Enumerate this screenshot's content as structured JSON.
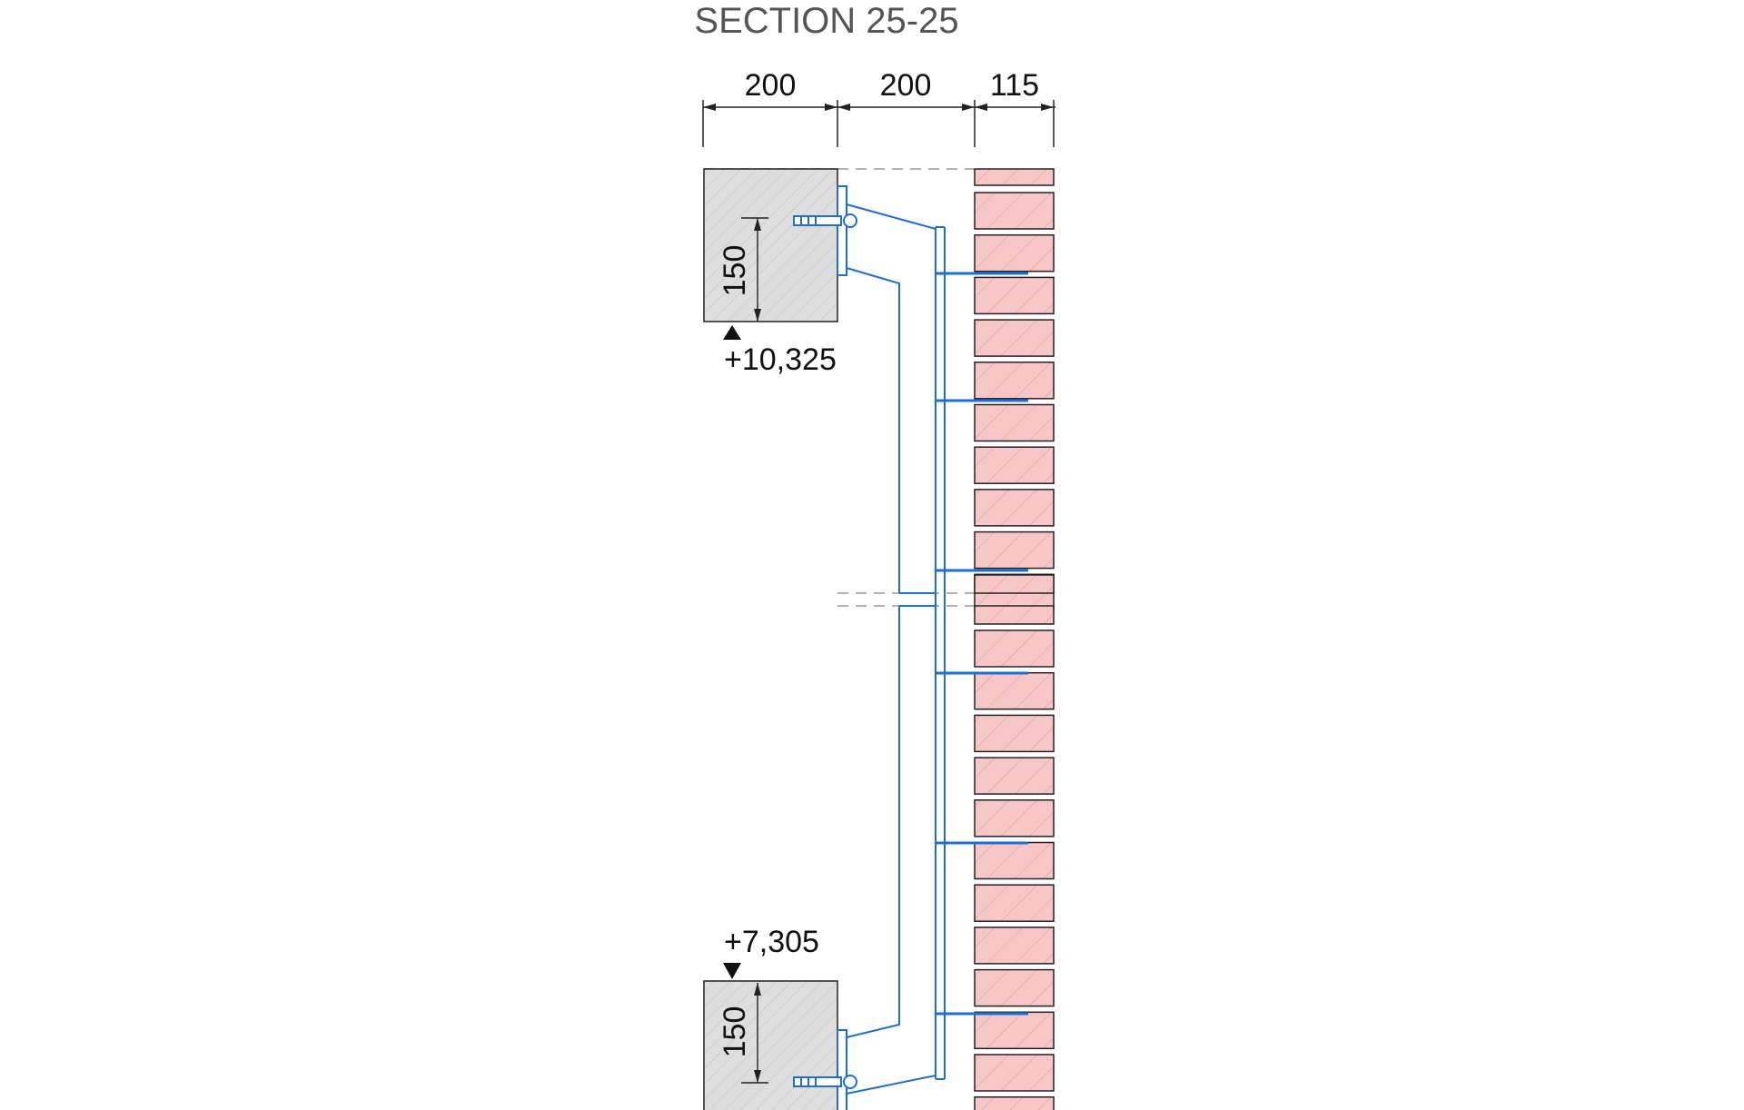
{
  "title": "SECTION 25-25",
  "dimensions": {
    "top": [
      "200",
      "200",
      "115"
    ],
    "slab_top_height": "150",
    "slab_bottom_height": "150"
  },
  "levels": {
    "upper": "+10,325",
    "lower": "+7,305"
  },
  "colors": {
    "concrete": "#dedede",
    "brick": "#f7c6c6",
    "steel": "#1f6fd1",
    "line": "#222222"
  }
}
